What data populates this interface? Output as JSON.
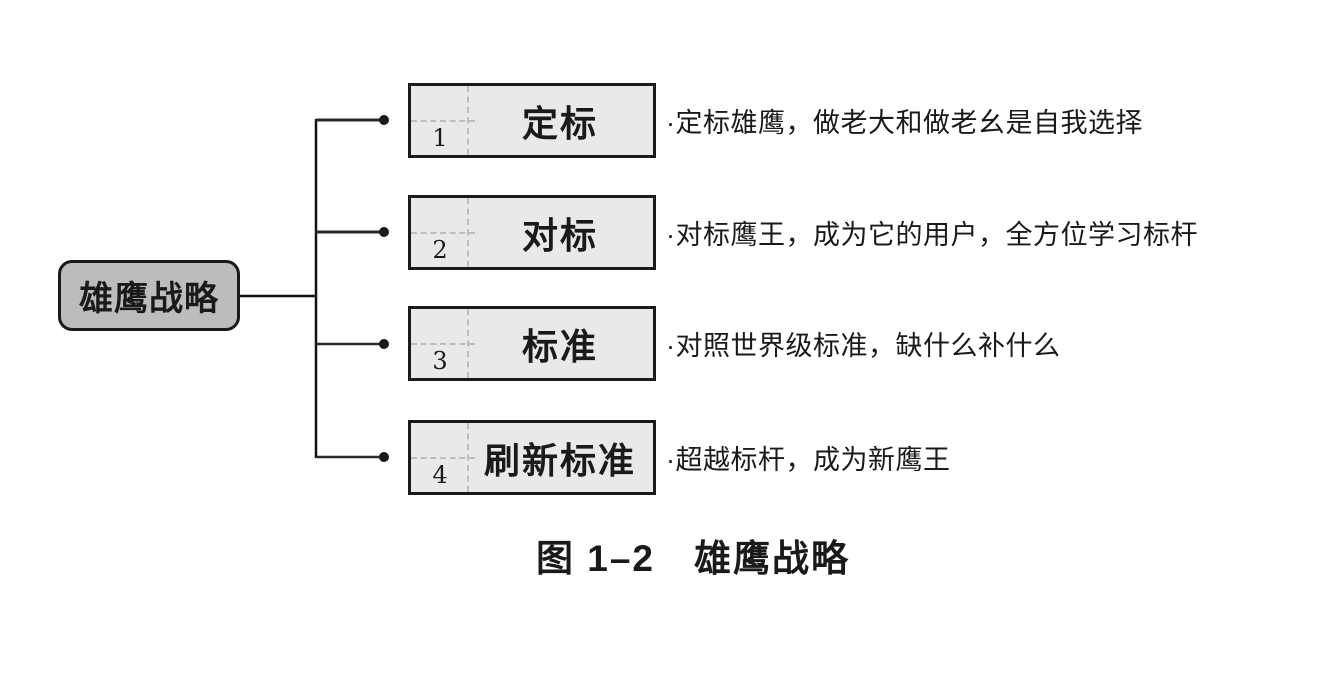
{
  "colors": {
    "box-fill": "#e9e9e9",
    "root-fill": "#bcbcbc",
    "line": "#1a1a1a",
    "dash": "#bdbdbd",
    "text": "#1a1a1a"
  },
  "root": {
    "label": "雄鹰战略"
  },
  "items": [
    {
      "num": "1",
      "label": "定标",
      "desc": "·定标雄鹰，做老大和做老幺是自我选择"
    },
    {
      "num": "2",
      "label": "对标",
      "desc": "·对标鹰王，成为它的用户，全方位学习标杆"
    },
    {
      "num": "3",
      "label": "标准",
      "desc": "·对照世界级标准，缺什么补什么"
    },
    {
      "num": "4",
      "label": "刷新标准",
      "desc": "·超越标杆，成为新鹰王"
    }
  ],
  "caption": "图 1–2　雄鹰战略"
}
